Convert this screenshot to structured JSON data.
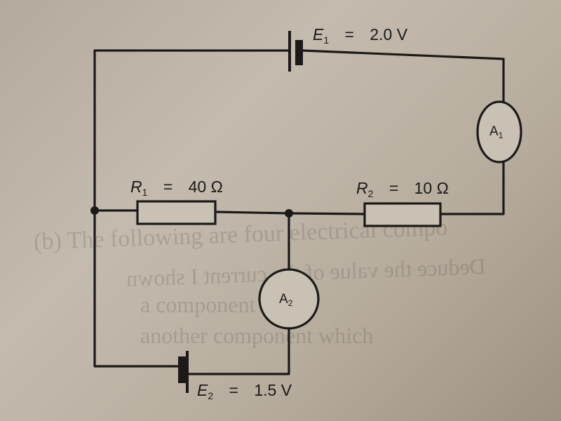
{
  "background_text": {
    "line1": "(b) The following are four electrical compo",
    "line2": "Deduce the value of the current I shown",
    "line3": "a component which",
    "line4": "another component which"
  },
  "components": {
    "e1": {
      "symbol": "E",
      "sub": "1",
      "eq": "=",
      "value": "2.0 V"
    },
    "e2": {
      "symbol": "E",
      "sub": "2",
      "eq": "=",
      "value": "1.5 V"
    },
    "r1": {
      "symbol": "R",
      "sub": "1",
      "eq": "=",
      "value": "40 Ω"
    },
    "r2": {
      "symbol": "R",
      "sub": "2",
      "eq": "=",
      "value": "10 Ω"
    },
    "a1": {
      "symbol": "A",
      "sub": "1"
    },
    "a2": {
      "symbol": "A",
      "sub": "2"
    }
  }
}
